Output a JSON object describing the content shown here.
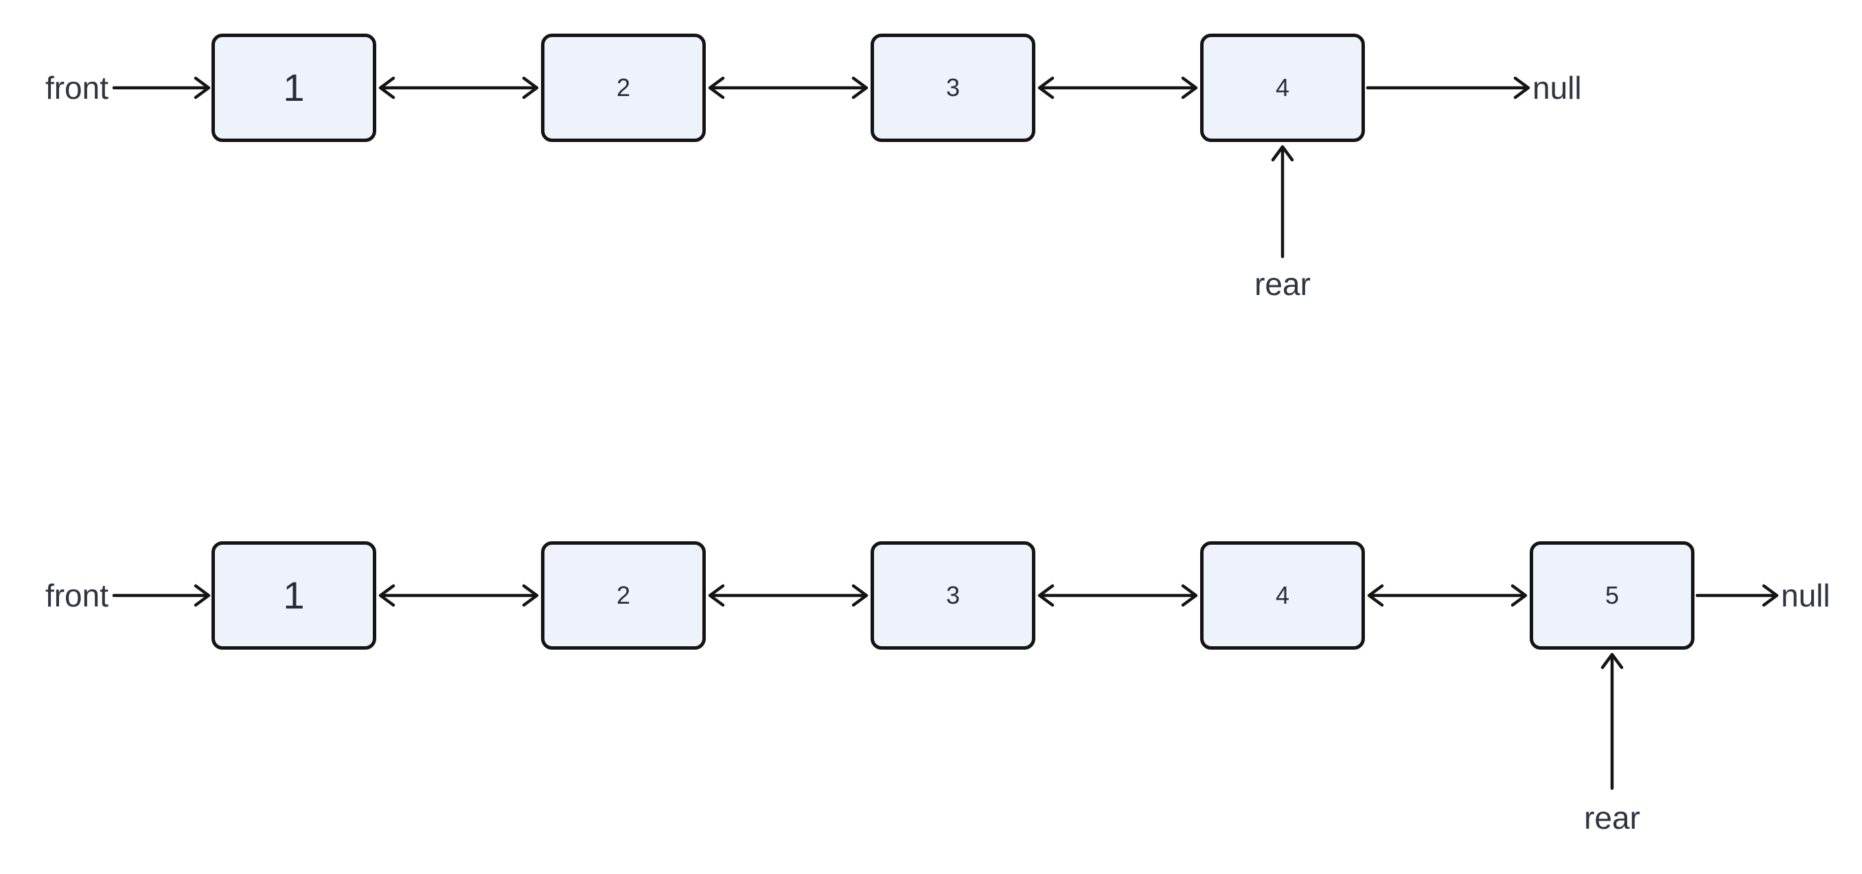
{
  "diagram": {
    "type": "doubly-linked-queue",
    "colors": {
      "background": "#ffffff",
      "node_fill": "#eef2fb",
      "node_border": "#141414",
      "line": "#141414",
      "node_text": "#272d38",
      "label_text": "#2e3440"
    },
    "rows": [
      {
        "front_label": "front",
        "null_label": "null",
        "rear_label": "rear",
        "rear_points_to": "4",
        "nodes": [
          {
            "value": "1"
          },
          {
            "value": "2"
          },
          {
            "value": "3"
          },
          {
            "value": "4"
          }
        ]
      },
      {
        "front_label": "front",
        "null_label": "null",
        "rear_label": "rear",
        "rear_points_to": "5",
        "nodes": [
          {
            "value": "1"
          },
          {
            "value": "2"
          },
          {
            "value": "3"
          },
          {
            "value": "4"
          },
          {
            "value": "5"
          }
        ]
      }
    ]
  }
}
